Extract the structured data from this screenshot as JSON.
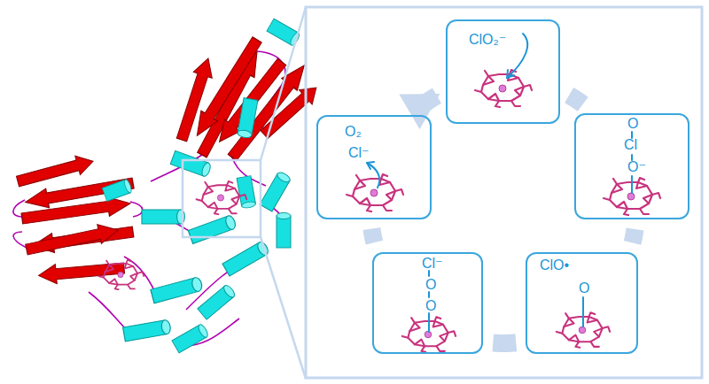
{
  "diagram": {
    "nodes": [
      {
        "text": [
          "ClO₂⁻"
        ]
      },
      {
        "text": [
          "O",
          "Cl",
          "O⁻"
        ]
      },
      {
        "text": [
          "ClO•",
          "O"
        ]
      },
      {
        "text": [
          "Cl⁻",
          "O",
          "O"
        ]
      },
      {
        "text": [
          "O₂",
          "Cl⁻"
        ]
      }
    ],
    "edges": [
      {
        "from": 0,
        "to": 1,
        "arrow": "none"
      },
      {
        "from": 1,
        "to": 2,
        "arrow": "none"
      },
      {
        "from": 2,
        "to": 3,
        "arrow": "none"
      },
      {
        "from": 3,
        "to": 4,
        "arrow": "none"
      },
      {
        "from": 4,
        "to": 0,
        "arrow": "to"
      }
    ]
  }
}
